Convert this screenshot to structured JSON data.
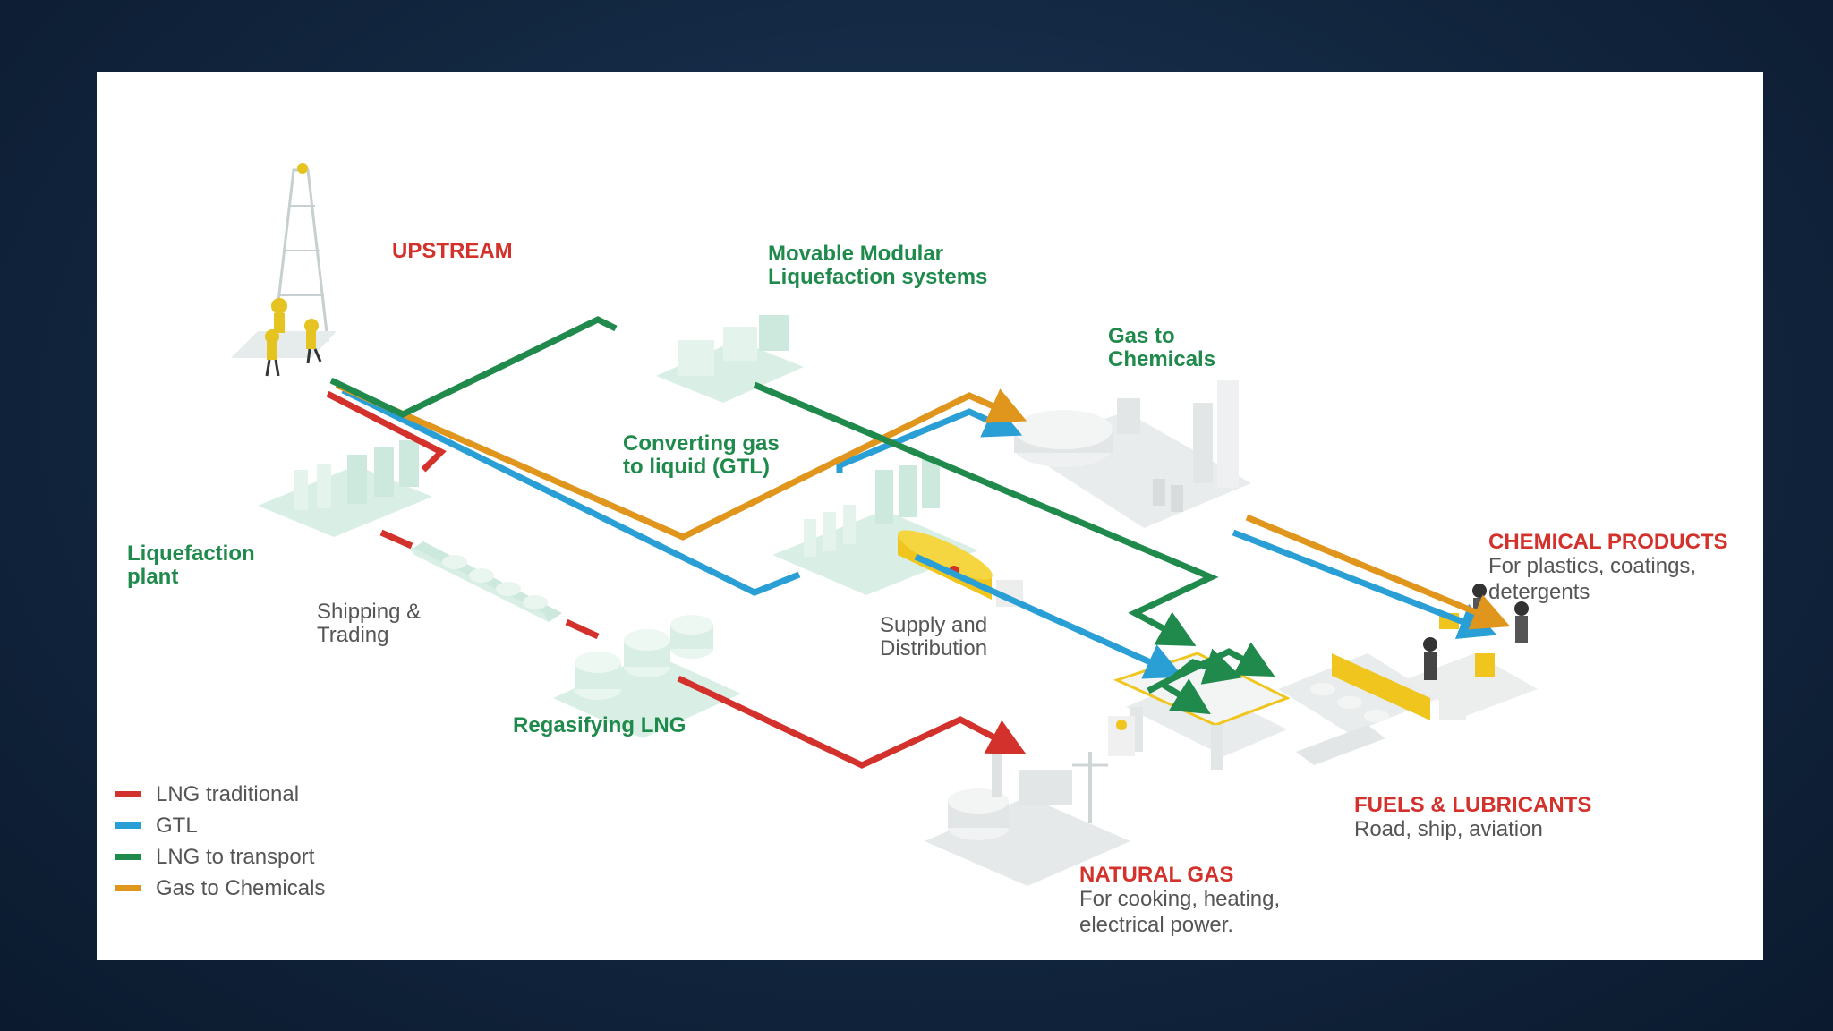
{
  "colors": {
    "lng_traditional": "#d3322c",
    "gtl": "#2a9fd6",
    "lng_transport": "#1f8a4c",
    "gas_chemicals": "#e0961c",
    "facility": "#d9efe6",
    "background": "#12263f"
  },
  "labels": {
    "upstream": "UPSTREAM",
    "modular_1": "Movable Modular",
    "modular_2": "Liquefaction systems",
    "gas_chem_1": "Gas to",
    "gas_chem_2": "Chemicals",
    "converting_1": "Converting gas",
    "converting_2": "to liquid (GTL)",
    "liquefaction_1": "Liquefaction",
    "liquefaction_2": "plant",
    "shipping_1": "Shipping &",
    "shipping_2": "Trading",
    "supply_1": "Supply and",
    "supply_2": "Distribution",
    "regasifying": "Regasifying LNG",
    "chem_products_title": "CHEMICAL PRODUCTS",
    "chem_products_sub_1": "For plastics, coatings,",
    "chem_products_sub_2": "detergents",
    "fuels_title": "FUELS & LUBRICANTS",
    "fuels_sub": "Road, ship, aviation",
    "natural_gas_title": "NATURAL GAS",
    "natural_gas_sub_1": "For cooking, heating,",
    "natural_gas_sub_2": "electrical power."
  },
  "legend": [
    {
      "label": "LNG traditional",
      "color": "#d3322c"
    },
    {
      "label": "GTL",
      "color": "#2a9fd6"
    },
    {
      "label": "LNG to transport",
      "color": "#1f8a4c"
    },
    {
      "label": "Gas to Chemicals",
      "color": "#e0961c"
    }
  ]
}
